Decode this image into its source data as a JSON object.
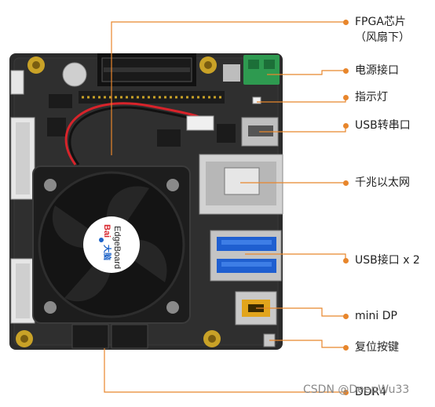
{
  "board": {
    "brand": "Bai",
    "brand_cn": "大脑",
    "product": "EdgeBoard"
  },
  "callouts": {
    "fpga": {
      "line1": "FPGA芯片",
      "line2": "（风扇下）"
    },
    "power": "电源接口",
    "indicator": "指示灯",
    "usb_serial": "USB转串口",
    "ethernet": "千兆以太网",
    "usb": "USB接口 x 2",
    "mini_dp": "mini DP",
    "reset": "复位按键",
    "ddr4": "DDR4"
  },
  "watermark": "CSDN @DeepWu33",
  "colors": {
    "accent": "#e8862c",
    "pcb": "#2b2b2b",
    "terminal": "#2e9a50",
    "cable_red": "#d8232a"
  }
}
